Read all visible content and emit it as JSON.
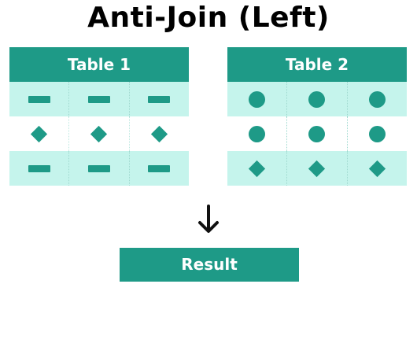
{
  "title": "Anti-Join (Left)",
  "colors": {
    "accent": "#1e9a87",
    "row_light": "#c5f4ec",
    "row_white": "#ffffff"
  },
  "table1": {
    "header": "Table 1",
    "rows": [
      [
        "bar",
        "bar",
        "bar"
      ],
      [
        "diamond",
        "diamond",
        "diamond"
      ],
      [
        "bar",
        "bar",
        "bar"
      ]
    ]
  },
  "table2": {
    "header": "Table 2",
    "rows": [
      [
        "circle",
        "circle",
        "circle"
      ],
      [
        "circle",
        "circle",
        "circle"
      ],
      [
        "diamond",
        "diamond",
        "diamond"
      ]
    ]
  },
  "arrow_icon": "down-arrow-icon",
  "result": {
    "label": "Result"
  }
}
